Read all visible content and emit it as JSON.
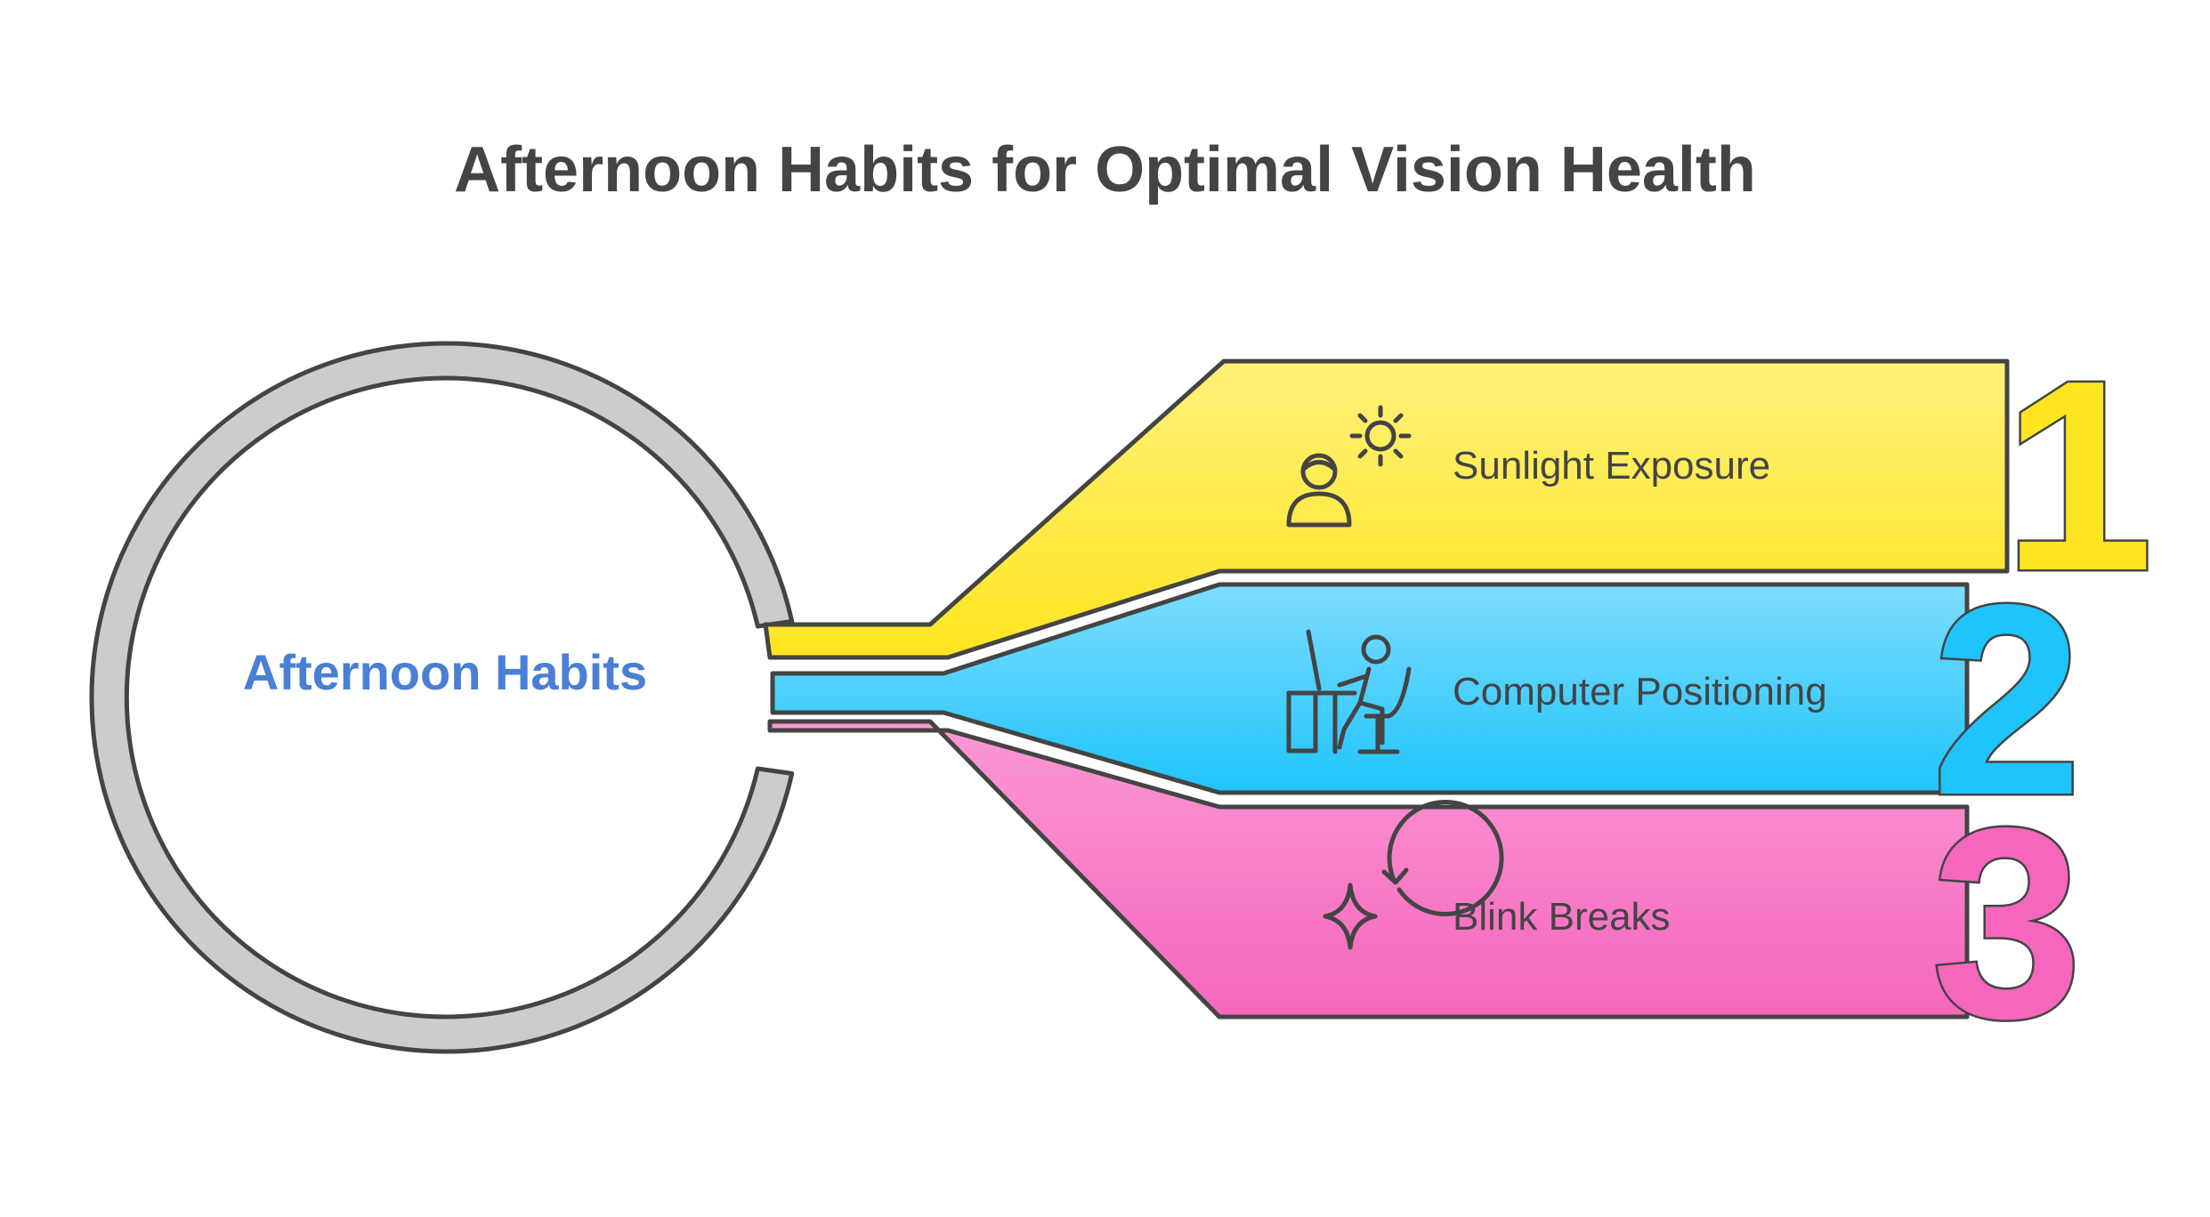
{
  "title": "Afternoon Habits for Optimal Vision Health",
  "hub": {
    "label": "Afternoon Habits",
    "color": "#4a7fd6"
  },
  "items": [
    {
      "number": "1",
      "label": "Sunlight Exposure",
      "icon": "person-sun-icon",
      "color_top": "#fff17a",
      "color_bottom": "#ffe51f"
    },
    {
      "number": "2",
      "label": "Computer Positioning",
      "icon": "person-at-desk-icon",
      "color_top": "#7edcff",
      "color_bottom": "#1ec4fb"
    },
    {
      "number": "3",
      "label": "Blink Breaks",
      "icon": "sparkle-refresh-icon",
      "color_top": "#fb98d4",
      "color_bottom": "#f566bd"
    }
  ],
  "colors": {
    "outline": "#444444",
    "ring": "#cccccc"
  }
}
